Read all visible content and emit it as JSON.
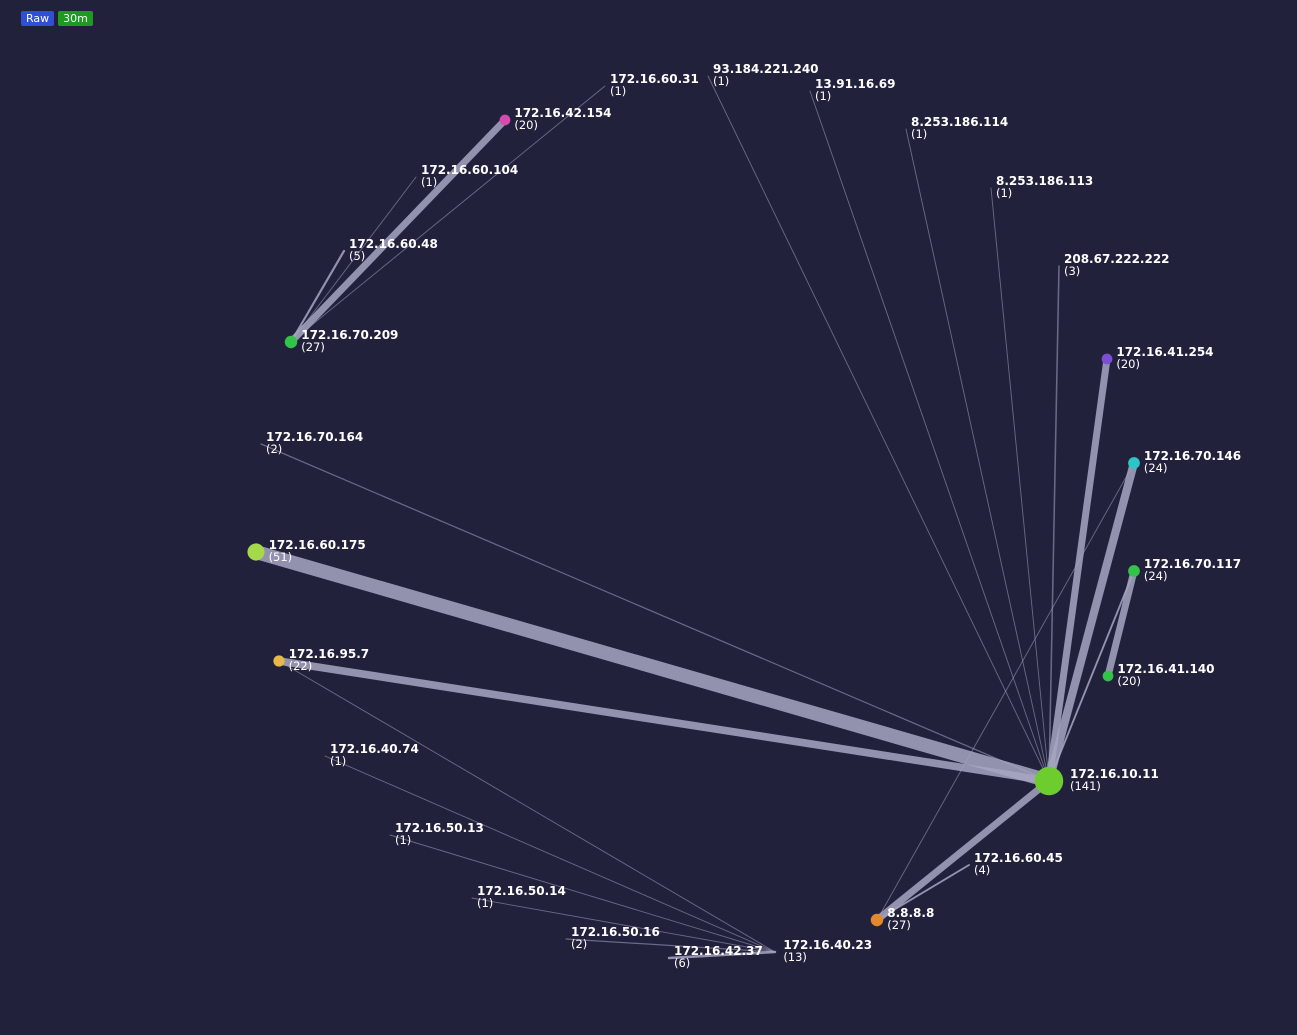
{
  "badges": [
    {
      "label": "Raw",
      "color": "#2f4fd6"
    },
    {
      "label": "30m",
      "color": "#1e9a20"
    }
  ],
  "colors": {
    "background": "#22213c",
    "edge": "#a6a6c2",
    "label": "#ffffff"
  },
  "nodes": [
    {
      "id": "n01",
      "ip": "172.16.60.31",
      "count": "(1)",
      "weight": 1,
      "color": null
    },
    {
      "id": "n02",
      "ip": "172.16.42.154",
      "count": "(20)",
      "weight": 20,
      "color": "#d64ab0"
    },
    {
      "id": "n03",
      "ip": "172.16.60.104",
      "count": "(1)",
      "weight": 1,
      "color": null
    },
    {
      "id": "n04",
      "ip": "172.16.60.48",
      "count": "(5)",
      "weight": 5,
      "color": null
    },
    {
      "id": "n05",
      "ip": "172.16.70.209",
      "count": "(27)",
      "weight": 27,
      "color": "#33c24a"
    },
    {
      "id": "n06",
      "ip": "93.184.221.240",
      "count": "(1)",
      "weight": 1,
      "color": null
    },
    {
      "id": "n07",
      "ip": "13.91.16.69",
      "count": "(1)",
      "weight": 1,
      "color": null
    },
    {
      "id": "n08",
      "ip": "8.253.186.114",
      "count": "(1)",
      "weight": 1,
      "color": null
    },
    {
      "id": "n09",
      "ip": "8.253.186.113",
      "count": "(1)",
      "weight": 1,
      "color": null
    },
    {
      "id": "n10",
      "ip": "208.67.222.222",
      "count": "(3)",
      "weight": 3,
      "color": null
    },
    {
      "id": "n11",
      "ip": "172.16.41.254",
      "count": "(20)",
      "weight": 20,
      "color": "#7b4fd6"
    },
    {
      "id": "n12",
      "ip": "172.16.70.146",
      "count": "(24)",
      "weight": 24,
      "color": "#2cc6c6"
    },
    {
      "id": "n13",
      "ip": "172.16.70.117",
      "count": "(24)",
      "weight": 24,
      "color": "#35c24a"
    },
    {
      "id": "n14",
      "ip": "172.16.41.140",
      "count": "(20)",
      "weight": 20,
      "color": "#35c24a"
    },
    {
      "id": "n15",
      "ip": "172.16.10.11",
      "count": "(141)",
      "weight": 141,
      "color": "#6dcc2e"
    },
    {
      "id": "n16",
      "ip": "172.16.60.45",
      "count": "(4)",
      "weight": 4,
      "color": null
    },
    {
      "id": "n17",
      "ip": "8.8.8.8",
      "count": "(27)",
      "weight": 27,
      "color": "#e08a2c"
    },
    {
      "id": "n18",
      "ip": "172.16.40.23",
      "count": "(13)",
      "weight": 13,
      "color": null
    },
    {
      "id": "n19",
      "ip": "172.16.42.37",
      "count": "(6)",
      "weight": 6,
      "color": null
    },
    {
      "id": "n20",
      "ip": "172.16.50.16",
      "count": "(2)",
      "weight": 2,
      "color": null
    },
    {
      "id": "n21",
      "ip": "172.16.50.14",
      "count": "(1)",
      "weight": 1,
      "color": null
    },
    {
      "id": "n22",
      "ip": "172.16.50.13",
      "count": "(1)",
      "weight": 1,
      "color": null
    },
    {
      "id": "n23",
      "ip": "172.16.40.74",
      "count": "(1)",
      "weight": 1,
      "color": null
    },
    {
      "id": "n24",
      "ip": "172.16.95.7",
      "count": "(22)",
      "weight": 22,
      "color": "#e6b84a"
    },
    {
      "id": "n25",
      "ip": "172.16.60.175",
      "count": "(51)",
      "weight": 51,
      "color": "#a6d94a"
    },
    {
      "id": "n26",
      "ip": "172.16.70.164",
      "count": "(2)",
      "weight": 2,
      "color": null
    }
  ],
  "edges": [
    {
      "source": "n25",
      "target": "n15",
      "weight": 51
    },
    {
      "source": "n24",
      "target": "n15",
      "weight": 22
    },
    {
      "source": "n26",
      "target": "n15",
      "weight": 2
    },
    {
      "source": "n11",
      "target": "n15",
      "weight": 20
    },
    {
      "source": "n12",
      "target": "n15",
      "weight": 24
    },
    {
      "source": "n13",
      "target": "n15",
      "weight": 4
    },
    {
      "source": "n06",
      "target": "n15",
      "weight": 1
    },
    {
      "source": "n07",
      "target": "n15",
      "weight": 1
    },
    {
      "source": "n08",
      "target": "n15",
      "weight": 1
    },
    {
      "source": "n09",
      "target": "n15",
      "weight": 1
    },
    {
      "source": "n10",
      "target": "n15",
      "weight": 3
    },
    {
      "source": "n17",
      "target": "n15",
      "weight": 20
    },
    {
      "source": "n13",
      "target": "n14",
      "weight": 20
    },
    {
      "source": "n17",
      "target": "n12",
      "weight": 1
    },
    {
      "source": "n16",
      "target": "n17",
      "weight": 4
    },
    {
      "source": "n02",
      "target": "n05",
      "weight": 20
    },
    {
      "source": "n01",
      "target": "n05",
      "weight": 1
    },
    {
      "source": "n03",
      "target": "n05",
      "weight": 1
    },
    {
      "source": "n04",
      "target": "n05",
      "weight": 5
    },
    {
      "source": "n24",
      "target": "n18",
      "weight": 1
    },
    {
      "source": "n23",
      "target": "n18",
      "weight": 1
    },
    {
      "source": "n22",
      "target": "n18",
      "weight": 1
    },
    {
      "source": "n21",
      "target": "n18",
      "weight": 1
    },
    {
      "source": "n20",
      "target": "n18",
      "weight": 2
    },
    {
      "source": "n19",
      "target": "n18",
      "weight": 6
    }
  ]
}
